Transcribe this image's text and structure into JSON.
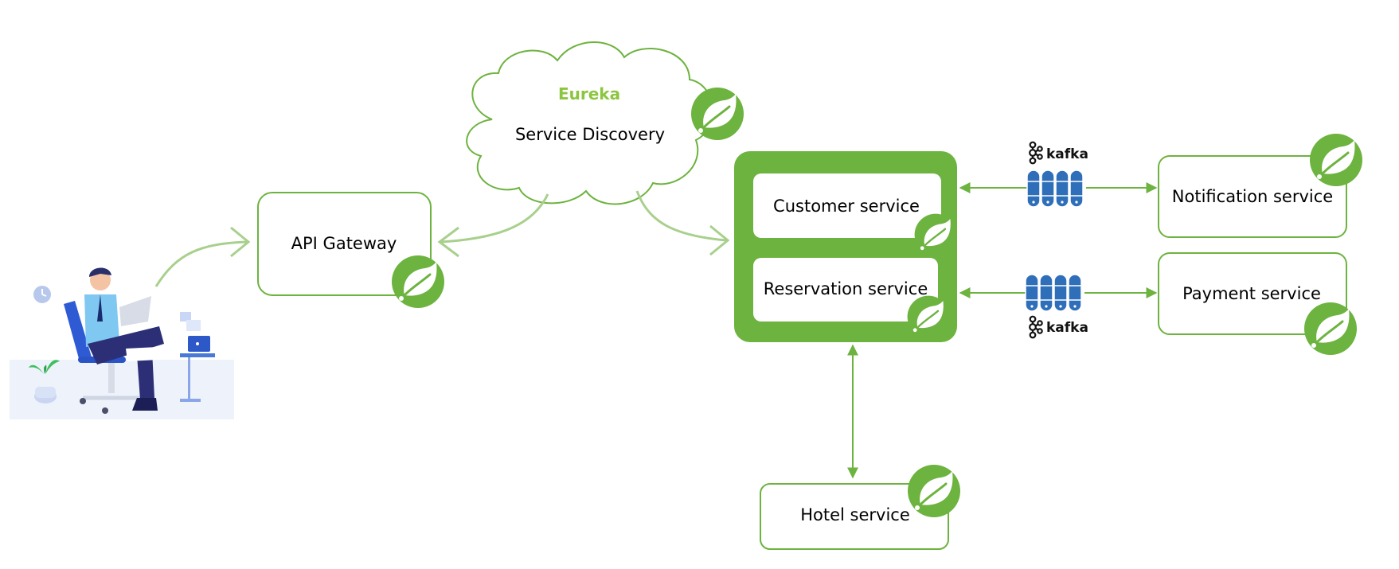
{
  "colors": {
    "spring_green": "#6db33f",
    "eureka_green": "#8cc53f",
    "light_arrow": "#a8d08d",
    "kafka_blue": "#2f6fba"
  },
  "icons": {
    "spring_logo": "spring-leaf-icon",
    "kafka_logo": "kafka-icon",
    "kafka_broker": "database-cylinder-icon",
    "user": "user-at-laptop-illustration"
  },
  "discovery": {
    "brand": "Eureka",
    "label": "Service Discovery"
  },
  "gateway": {
    "label": "API Gateway"
  },
  "services": {
    "customer": "Customer service",
    "reservation": "Reservation service",
    "notification": "Notification service",
    "payment": "Payment service",
    "hotel": "Hotel service"
  },
  "kafka": {
    "top_label": "kafka",
    "bottom_label": "kafka"
  }
}
